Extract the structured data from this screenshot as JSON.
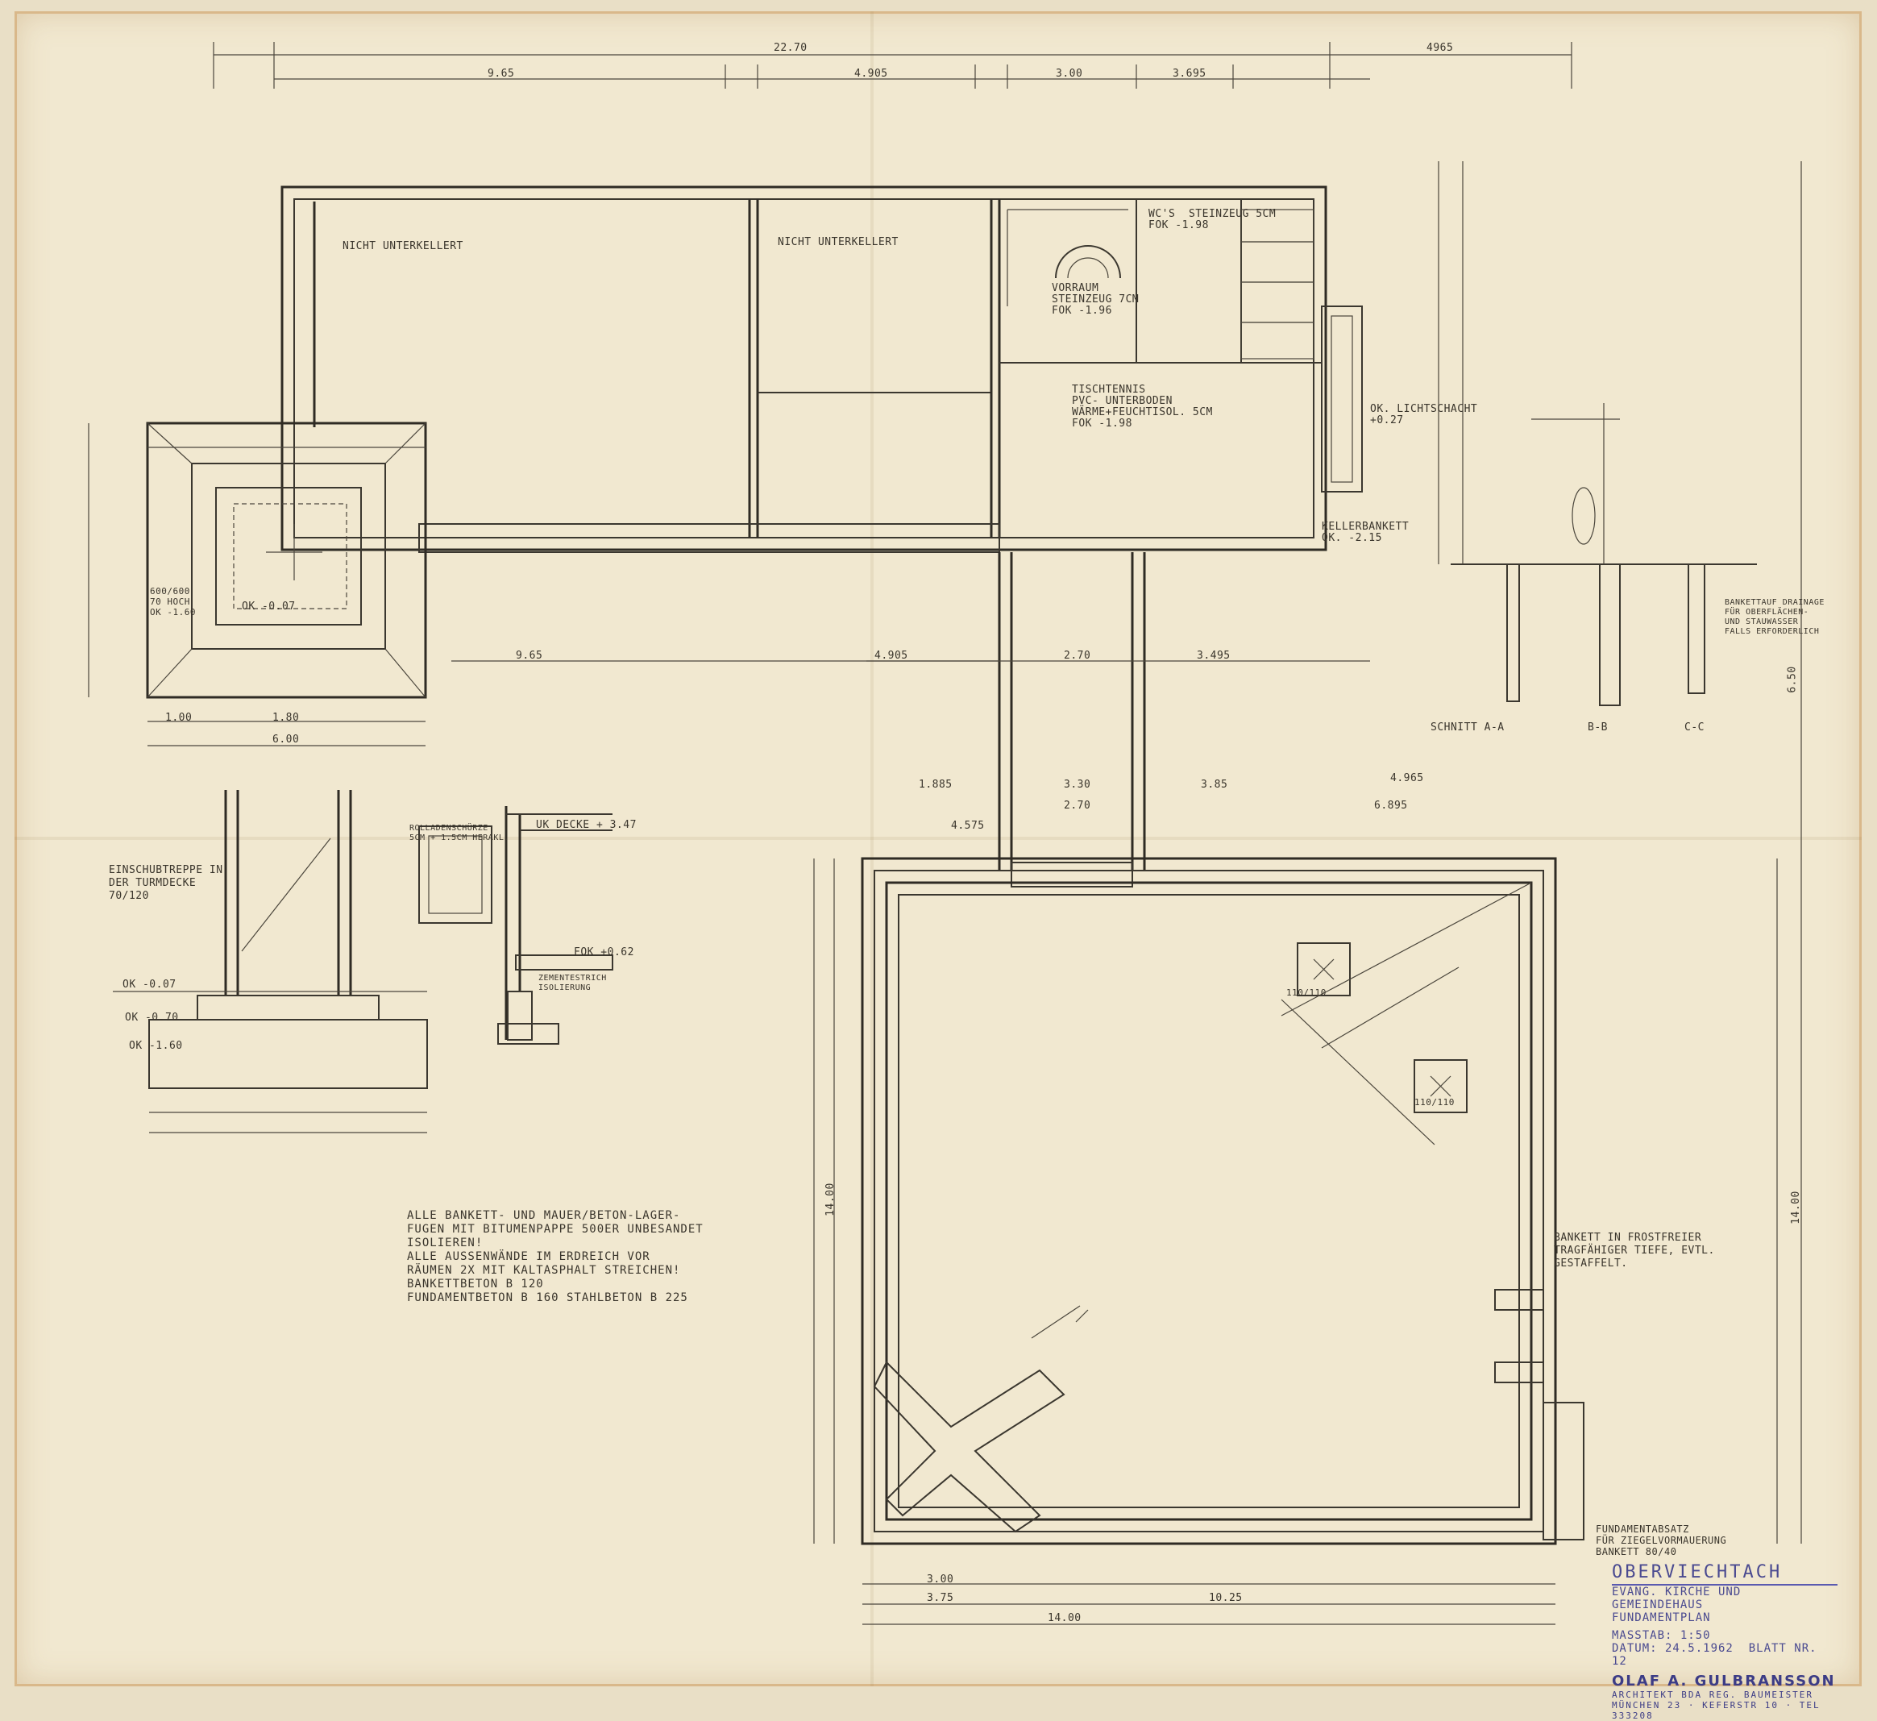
{
  "title_block": {
    "city": "OBERVIECHTACH",
    "project_line1": "EVANG. KIRCHE UND GEMEINDEHAUS",
    "project_line2": "FUNDAMENTPLAN",
    "scale_label": "MASSTAB: 1:50",
    "date_label": "DATUM: 24.5.1962",
    "sheet_label": "BLATT NR. 12",
    "architect": "OLAF A. GULBRANSSON",
    "architect_sub": "ARCHITEKT BDA REG. BAUMEISTER",
    "address": "MÜNCHEN 23 · KEFERSTR 10 · TEL 333208"
  },
  "room_labels": {
    "unterkellert_left": "NICHT UNTERKELLERT",
    "unterkellert_right": "NICHT UNTERKELLERT",
    "wc": "WC'S  STEINZEUG 5CM",
    "wc_fok": "FOK -1.98",
    "vorraum": "VORRAUM",
    "vorraum_floor": "STEINZEUG 7CM",
    "vorraum_fok": "FOK -1.96",
    "tischtennis": "TISCHTENNIS",
    "tischtennis_floor": "PVC- UNTERBODEN",
    "tischtennis_iso": "WÄRME+FEUCHTISOL. 5CM",
    "tischtennis_fok": "FOK -1.98",
    "kellerbankett": "KELLERBANKETT",
    "kellerbankett_ok": "OK. -2.15",
    "lichtschacht": "OK. LICHTSCHACHT",
    "lichtschacht_val": "+0.27",
    "einschubtreppe": "EINSCHUBTREPPE IN\nDER TURMDECKE\n70/120",
    "rolladen": "ROLLADENSCHÜRZE\n5CM + 1.5CM HERAKL.",
    "uk_decke": "UK DECKE + 3.47",
    "fok_062": "FOK +0.62",
    "zementestrich": "ZEMENTESTRICH\nISOLIERUNG",
    "bankett_frost": "BANKETT IN FROSTFREIER\nTRAGFÄHIGER TIEFE, EVTL.\nGESTAFFELT.",
    "fundamentabsatz": "FUNDAMENTABSATZ\nFÜR ZIEGELVORMAUERUNG\nBANKETT 80/40",
    "drainage": "BANKETTAUF DRAINAGE\nFÜR OBERFLÄCHEN-\nUND STAUWASSER\nFALLS ERFORDERLICH",
    "schnitt_aa": "SCHNITT A-A",
    "schnitt_bb": "B-B",
    "schnitt_cc": "C-C",
    "tower_note": "600/600\n70 HOCH\nOK -1.60",
    "tower_ok": "OK -0.07"
  },
  "notes": {
    "line1": "ALLE BANKETT- UND MAUER/BETON-LAGER-",
    "line2": "FUGEN MIT BITUMENPAPPE 500ER UNBESANDET",
    "line3": "ISOLIEREN!",
    "line4": "ALLE AUSSENWÄNDE IM ERDREICH VOR",
    "line5": "RÄUMEN 2X MIT KALTASPHALT STREICHEN!",
    "line6": "BANKETTBETON    B 120",
    "line7": "FUNDAMENTBETON B 160  STAHLBETON B 225"
  },
  "dimensions": {
    "top_total": "22.70",
    "top_right": "4965",
    "top_a": "9.65",
    "top_b": "4.905",
    "top_c": "3.00",
    "top_d": "3.695",
    "mid_a": "9.65",
    "mid_b": "4.905",
    "mid_c": "2.70",
    "mid_d": "3.495",
    "tower_w": "6.00",
    "tower_inner": "1.80",
    "tower_sub": "1.00",
    "church_w": "14.00",
    "church_h": "14.00",
    "church_a": "10.25",
    "church_b": "3.75",
    "church_c": "3.00",
    "conn_a": "3.30",
    "conn_b": "3.85",
    "conn_c": "2.70",
    "conn_d": "4.965",
    "conn_e": "1.885",
    "conn_f": "4.575",
    "conn_g": "6.895",
    "col_a": "110/110",
    "col_b": "110/110",
    "level_ok_007": "OK -0.07",
    "level_ok_070": "OK -0.70",
    "level_ok_160": "OK -1.60",
    "right_total": "6.50",
    "right_14": "14.00"
  }
}
